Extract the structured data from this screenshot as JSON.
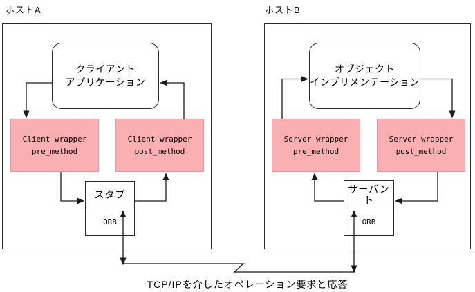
{
  "diagram": {
    "caption": "TCP/IPを介したオペレーション要求と応答"
  },
  "colors": {
    "wrapper_fill": "#FAAFB3",
    "wrapper_border": "#E09A9E",
    "line": "#1A1A1A",
    "background": "#FFFFFF"
  },
  "host_a": {
    "label": "ホストA",
    "app": {
      "line1": "クライアント",
      "line2": "アプリケーション"
    },
    "wrapper_pre": {
      "line1": "Client wrapper",
      "line2": "pre_method"
    },
    "wrapper_post": {
      "line1": "Client wrapper",
      "line2": "post_method"
    },
    "stub": "スタブ",
    "orb": "ORB"
  },
  "host_b": {
    "label": "ホストB",
    "app": {
      "line1": "オブジェクト",
      "line2": "インプリメンテーション"
    },
    "wrapper_pre": {
      "line1": "Server wrapper",
      "line2": "pre_method"
    },
    "wrapper_post": {
      "line1": "Server wrapper",
      "line2": "post_method"
    },
    "servant": "サーバント",
    "orb": "ORB"
  }
}
